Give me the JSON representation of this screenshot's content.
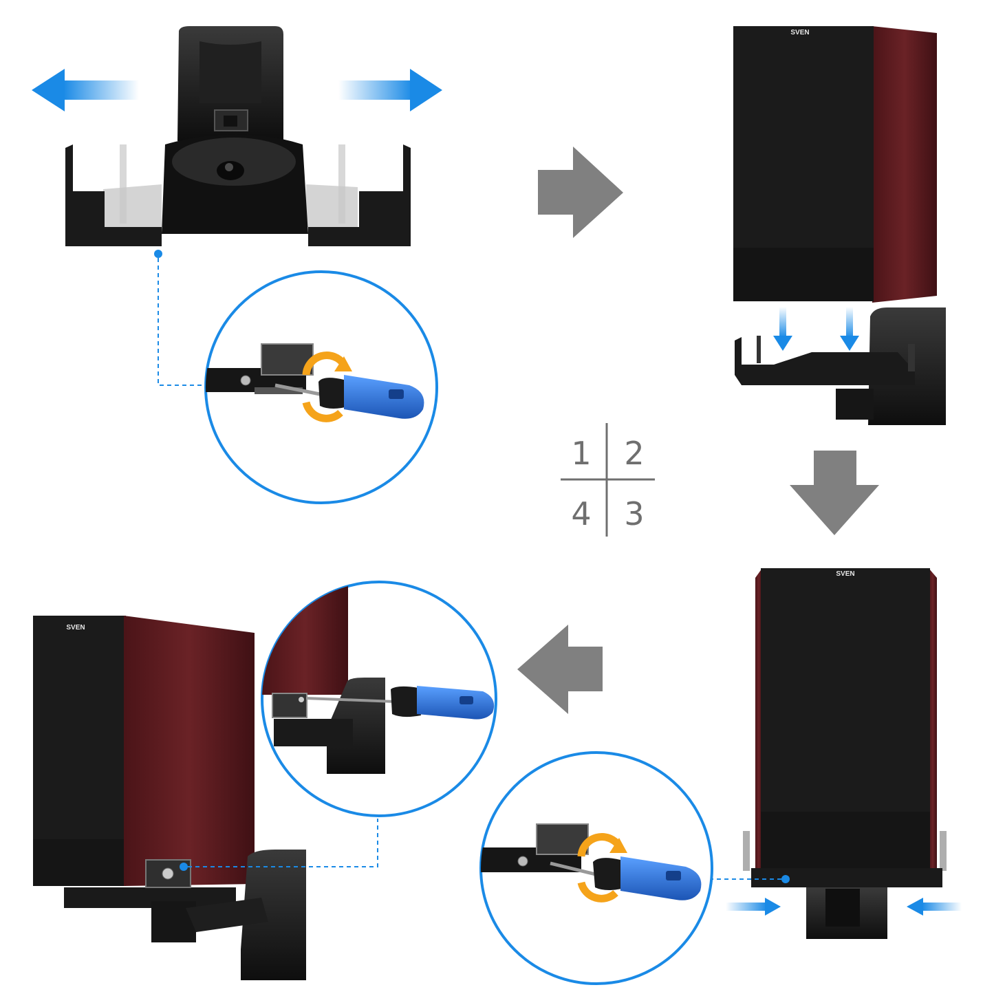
{
  "brand_label": "SVEN",
  "step_grid": {
    "n1": "1",
    "n2": "2",
    "n3": "3",
    "n4": "4"
  },
  "colors": {
    "accent_blue": "#1a8ae6",
    "arrow_gray": "#808080",
    "wood": "#5a1a1e",
    "speaker_front": "#1b1b1b",
    "bracket_black": "#151515",
    "rotate_orange": "#f5a31a",
    "screwdriver_blue": "#2a6fd6"
  },
  "icons": [
    "expand-arrows-icon",
    "arrow-right-icon",
    "arrow-down-icon",
    "arrow-left-icon",
    "rotate-icon",
    "screwdriver-icon",
    "press-arrows-icon"
  ]
}
